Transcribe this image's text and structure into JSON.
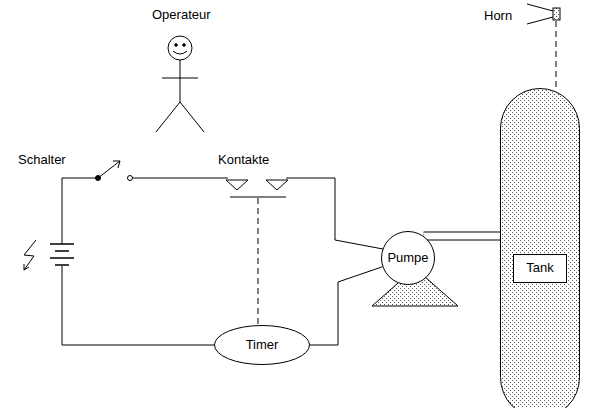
{
  "diagram": {
    "nodes": [
      {
        "text": [
          "Tank"
        ]
      },
      {
        "text": [
          "Pumpe"
        ]
      },
      {
        "text": [
          "Timer"
        ]
      }
    ],
    "edges": [
      {
        "from": 1,
        "to": 2,
        "arrow": "none"
      },
      {
        "from": 1,
        "to": 0,
        "arrow": "none"
      }
    ],
    "labels": [
      "Operateur",
      "Schalter",
      "Kontakte",
      "Horn"
    ]
  }
}
